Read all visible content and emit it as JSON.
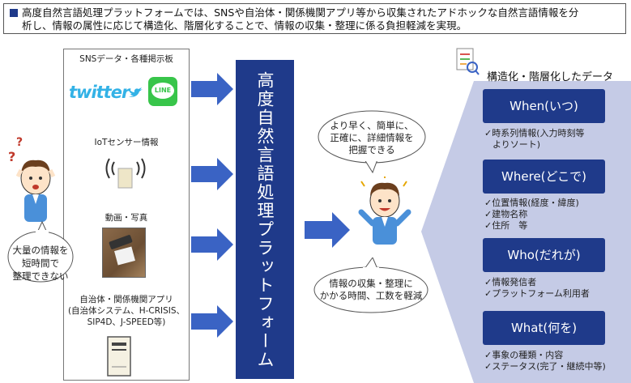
{
  "header": {
    "line1": "高度自然言語処理プラットフォームでは、SNSや自治体・関係機関アプリ等から収集されたアドホックな自然言語情報を分",
    "line2": "析し、情報の属性に応じて構造化、階層化することで、情報の収集・整理に係る負担軽減を実現。"
  },
  "sources": {
    "sns_label": "SNSデータ・各種掲示板",
    "twitter_logo": "twitter",
    "line_logo": "LINE",
    "iot_label": "IoTセンサー情報",
    "video_label": "動画・写真",
    "app_label_1": "自治体・関係機関アプリ",
    "app_label_2": "(自治体システム、H-CRISIS、",
    "app_label_3": "SIP4D、J-SPEED等)"
  },
  "left_person": {
    "bubble_1": "大量の情報を",
    "bubble_2": "短時間で",
    "bubble_3": "整理できない",
    "question_mark": "?"
  },
  "platform": {
    "title": "高度自然言語処理プラットフォーム"
  },
  "right_person": {
    "top_bubble_1": "より早く、簡単に、",
    "top_bubble_2": "正確に、詳細情報を",
    "top_bubble_3": "把握できる",
    "bottom_bubble_1": "情報の収集・整理に",
    "bottom_bubble_2": "かかる時間、工数を軽減"
  },
  "result": {
    "title": "構造化・階層化したデータ",
    "cards": [
      {
        "label": "When(いつ)",
        "items": [
          "✓時系列情報(入力時刻等",
          "よりソート)"
        ]
      },
      {
        "label": "Where(どこで)",
        "items": [
          "✓位置情報(経度・緯度)",
          "✓建物名称",
          "✓住所　等"
        ]
      },
      {
        "label": "Who(だれが)",
        "items": [
          "✓情報発信者",
          "✓プラットフォーム利用者"
        ]
      },
      {
        "label": "What(何を)",
        "items": [
          "✓事象の種類・内容",
          "✓ステータス(完了・継続中等)"
        ]
      }
    ]
  },
  "colors": {
    "navy": "#1f3a8a",
    "arrow_blue": "#3a63c4",
    "panel_lavender": "#c5cbe6"
  }
}
